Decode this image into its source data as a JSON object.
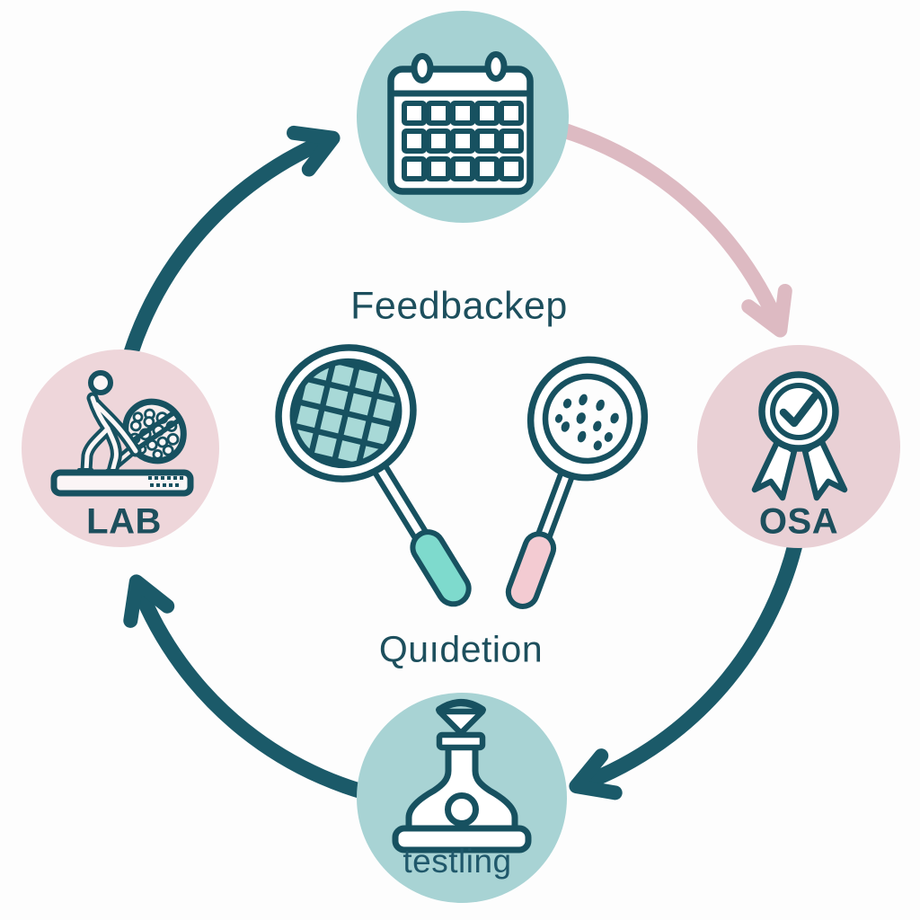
{
  "diagram": {
    "type": "circular-cycle-diagram",
    "center": {
      "top_label": "Feedbackep",
      "bottom_label": "Quıdetion",
      "icons": [
        "racket-magnifier-teal",
        "magnifier-specimen-pink"
      ]
    },
    "nodes": {
      "top": {
        "icon": "calendar",
        "label": "",
        "circle_color": "#a6d2d3"
      },
      "right": {
        "icon": "award-ribbon-check",
        "label": "OSA",
        "circle_color": "#e9d0d5"
      },
      "bottom": {
        "icon": "flask-on-stand",
        "label": "testling",
        "circle_color": "#a8d3d4"
      },
      "left": {
        "icon": "person-with-racket-lab-bench",
        "label": "LAB",
        "circle_color": "#eed6da"
      }
    },
    "arrows": [
      {
        "from": "left",
        "to": "top",
        "color": "#1b5a69"
      },
      {
        "from": "top",
        "to": "right",
        "color": "#ddbac2"
      },
      {
        "from": "right",
        "to": "bottom",
        "color": "#1b5a69"
      },
      {
        "from": "bottom",
        "to": "left",
        "color": "#1b5a69"
      }
    ],
    "colors": {
      "dark_teal_outline": "#175160",
      "teal_circle": "#a6d2d3",
      "pink_circle_left": "#eed6da",
      "pink_circle_right": "#e9d0d5",
      "pink_arrow": "#ddbac2",
      "racket_strings_fill": "#a8d9d7",
      "racket_handle_fill": "#7edacd",
      "magnifier_handle_fill": "#f3cbd2",
      "label_text": "#1d4f5d",
      "background": "#fdfdfd"
    }
  }
}
